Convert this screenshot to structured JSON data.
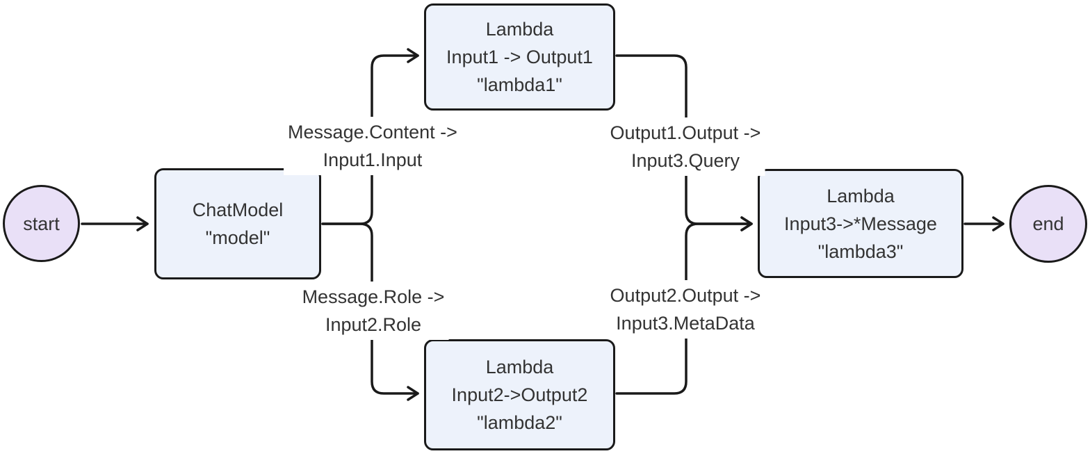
{
  "diagram": {
    "type": "flowchart",
    "direction": "left-to-right",
    "colors": {
      "background": "#ffffff",
      "edge_stroke": "#1a1a1a",
      "node_border": "#1a1a1a",
      "node_fill": "#edf2fb",
      "terminal_fill": "#e9e0f7",
      "text": "#333333"
    },
    "nodes": {
      "start": {
        "shape": "circle",
        "label": "start"
      },
      "chat_model": {
        "shape": "rect",
        "lines": [
          "ChatModel",
          "\"model\""
        ]
      },
      "lambda1": {
        "shape": "rect",
        "lines": [
          "Lambda",
          "Input1 -> Output1",
          "\"lambda1\""
        ]
      },
      "lambda2": {
        "shape": "rect",
        "lines": [
          "Lambda",
          "Input2->Output2",
          "\"lambda2\""
        ]
      },
      "lambda3": {
        "shape": "rect",
        "lines": [
          "Lambda",
          "Input3->*Message",
          "\"lambda3\""
        ]
      },
      "end": {
        "shape": "circle",
        "label": "end"
      }
    },
    "edges": [
      {
        "from": "start",
        "to": "chat_model"
      },
      {
        "from": "chat_model",
        "to": "lambda1",
        "label_lines": [
          "Message.Content ->",
          "Input1.Input"
        ]
      },
      {
        "from": "chat_model",
        "to": "lambda2",
        "label_lines": [
          "Message.Role ->",
          "Input2.Role"
        ]
      },
      {
        "from": "lambda1",
        "to": "lambda3",
        "label_lines": [
          "Output1.Output ->",
          "Input3.Query"
        ]
      },
      {
        "from": "lambda2",
        "to": "lambda3",
        "label_lines": [
          "Output2.Output ->",
          "Input3.MetaData"
        ]
      },
      {
        "from": "lambda3",
        "to": "end"
      }
    ]
  }
}
